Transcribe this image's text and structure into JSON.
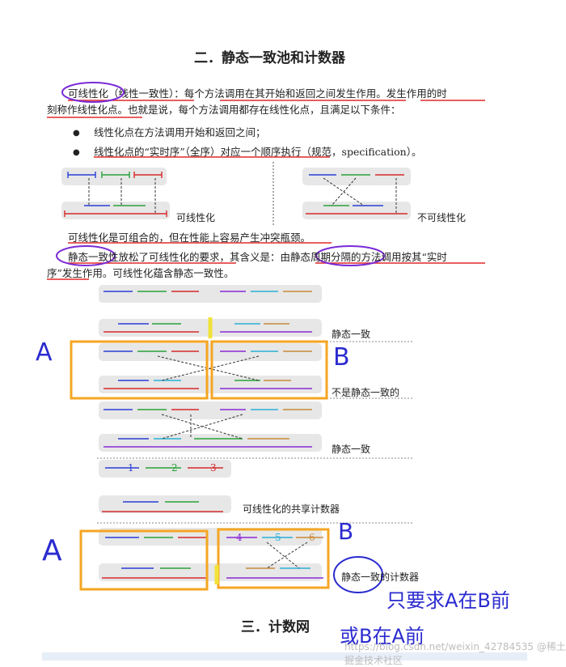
{
  "section2": {
    "title": "二．静态一致池和计数器"
  },
  "para1": {
    "line1": "可线性化（线性一致性）：每个方法调用在其开始和返回之间发生作用。发生作用的时",
    "line2": "刻称作线性化点。也就是说，每个方法调用都存在线性化点，且满足以下条件："
  },
  "bullets": [
    "线性化点在方法调用开始和返回之间；",
    "线性化点的“实时序”（全序）对应一个顺序执行（规范，specification）。"
  ],
  "labels": {
    "linearizable": "可线性化",
    "not_linearizable": "不可线性化",
    "quiescent1": "静态一致",
    "not_quiescent": "不是静态一致的",
    "quiescent2": "静态一致",
    "shared_counter": "可线性化的共享计数器",
    "quiescent_counter": "静态一致的计数器"
  },
  "para2": {
    "line1": "可线性化是可组合的，但在性能上容易产生冲突瓶颈。"
  },
  "para3": {
    "line1": "静态一致性放松了可线性化的要求，其含义是：由静态周期分隔的方法调用按其“实时",
    "line2": "序”发生作用。可线性化蕴含静态一致性。"
  },
  "counter_labels": {
    "top": [
      "1",
      "2",
      "3"
    ],
    "bottom": [
      "4",
      "5",
      "6"
    ]
  },
  "annotations": {
    "a": "A",
    "b": "B",
    "note_line1": "只要求A在B前",
    "note_line2": "或B在A前"
  },
  "section3": {
    "title": "三．计数网"
  },
  "watermark": "https://blog.csdn.net/weixin_42784535 @稀土掘金技术社区"
}
